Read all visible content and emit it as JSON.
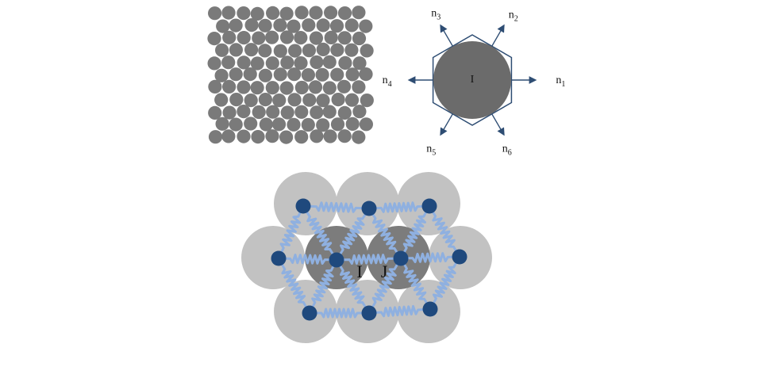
{
  "colors": {
    "packing_grain": "#7a7a7a",
    "center_grain": "#6b6b6b",
    "hexagon_stroke": "#2e4d73",
    "normal_arrow": "#2e4d73",
    "outer_grain": "#c2c2c2",
    "inner_grain": "#7c7c7c",
    "spring": "#8fb0e0",
    "node": "#1f497d"
  },
  "hex_panel": {
    "center_label": "I",
    "normals": [
      {
        "base": "n",
        "sub": "1"
      },
      {
        "base": "n",
        "sub": "2"
      },
      {
        "base": "n",
        "sub": "3"
      },
      {
        "base": "n",
        "sub": "4"
      },
      {
        "base": "n",
        "sub": "5"
      },
      {
        "base": "n",
        "sub": "6"
      }
    ]
  },
  "spring_panel": {
    "label_i": "I",
    "label_j": "J"
  }
}
